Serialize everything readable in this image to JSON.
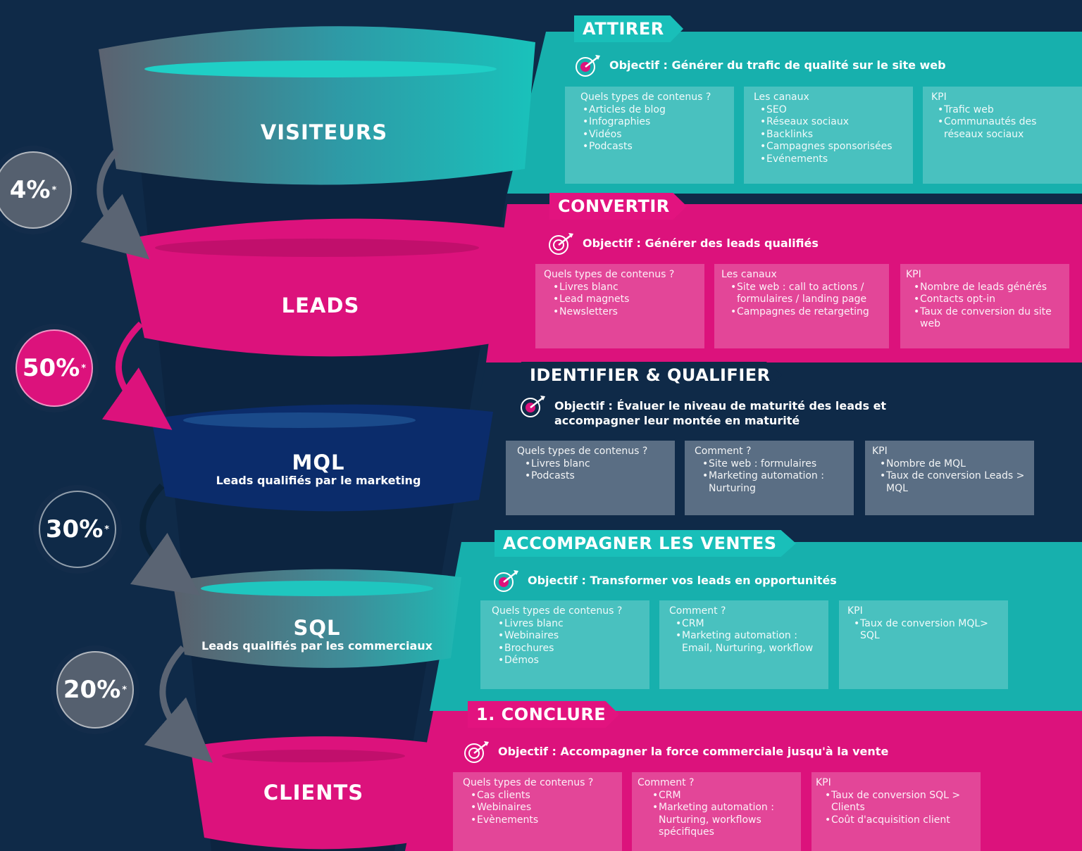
{
  "funnel": {
    "stages": [
      {
        "label": "VISITEURS",
        "sub": ""
      },
      {
        "label": "LEADS",
        "sub": ""
      },
      {
        "label": "MQL",
        "sub": "Leads qualifiés par le marketing"
      },
      {
        "label": "SQL",
        "sub": "Leads qualifiés par les commerciaux"
      },
      {
        "label": "CLIENTS",
        "sub": ""
      }
    ],
    "rates": [
      {
        "value": "4%",
        "mark": "*"
      },
      {
        "value": "50%",
        "mark": "*"
      },
      {
        "value": "30%",
        "mark": "*"
      },
      {
        "value": "20%",
        "mark": "*"
      }
    ],
    "colors": {
      "teal": "#17b0ad",
      "pink": "#dc127c",
      "navy": "#0f2a48",
      "mql_blue": "#0b2c6b",
      "grey": "#55606f"
    }
  },
  "phases": [
    {
      "title": "ATTIRER",
      "objective": "Objectif : Générer du trafic de qualité sur le site web",
      "boxes": [
        {
          "title": "Quels types de contenus ?",
          "items": [
            "Articles de blog",
            "Infographies",
            "Vidéos",
            "Podcasts"
          ]
        },
        {
          "title": "Les canaux",
          "items": [
            "SEO",
            "Réseaux sociaux",
            "Backlinks",
            "Campagnes sponsorisées",
            "Evénements"
          ]
        },
        {
          "title": "KPI",
          "items": [
            "Trafic web",
            "Communautés des réseaux sociaux"
          ]
        }
      ]
    },
    {
      "title": "CONVERTIR",
      "objective": "Objectif : Générer des leads qualifiés",
      "boxes": [
        {
          "title": "Quels types de contenus ?",
          "items": [
            "Livres blanc",
            "Lead magnets",
            "Newsletters"
          ]
        },
        {
          "title": "Les canaux",
          "items": [
            "Site web : call to actions / formulaires / landing page",
            "Campagnes de retargeting"
          ]
        },
        {
          "title": "KPI",
          "items": [
            "Nombre de leads générés",
            "Contacts opt-in",
            "Taux de conversion du site web"
          ]
        }
      ]
    },
    {
      "title": "IDENTIFIER & QUALIFIER",
      "objective": "Objectif : Évaluer le niveau de maturité des leads et accompagner leur montée en maturité",
      "boxes": [
        {
          "title": "Quels types de contenus ?",
          "items": [
            "Livres blanc",
            "Podcasts"
          ]
        },
        {
          "title": "Comment ?",
          "items": [
            "Site web : formulaires",
            "Marketing automation : Nurturing"
          ]
        },
        {
          "title": "KPI",
          "items": [
            "Nombre de MQL",
            "Taux de conversion Leads > MQL"
          ]
        }
      ]
    },
    {
      "title": "ACCOMPAGNER LES VENTES",
      "objective": "Objectif : Transformer vos leads en opportunités",
      "boxes": [
        {
          "title": "Quels types de contenus ?",
          "items": [
            "Livres blanc",
            "Webinaires",
            "Brochures",
            "Démos"
          ]
        },
        {
          "title": "Comment ?",
          "items": [
            "CRM",
            "Marketing automation : Email, Nurturing, workflow"
          ]
        },
        {
          "title": "KPI",
          "items": [
            "Taux de conversion MQL> SQL"
          ]
        }
      ]
    },
    {
      "title": "1. CONCLURE",
      "objective": "Objectif : Accompagner la force commerciale jusqu'à la vente",
      "boxes": [
        {
          "title": "Quels types de contenus ?",
          "items": [
            "Cas clients",
            "Webinaires",
            "Evènements"
          ]
        },
        {
          "title": "Comment ?",
          "items": [
            "CRM",
            "Marketing automation : Nurturing, workflows spécifiques"
          ]
        },
        {
          "title": "KPI",
          "items": [
            "Taux de conversion SQL > Clients",
            "Coût d'acquisition client"
          ]
        }
      ]
    }
  ]
}
